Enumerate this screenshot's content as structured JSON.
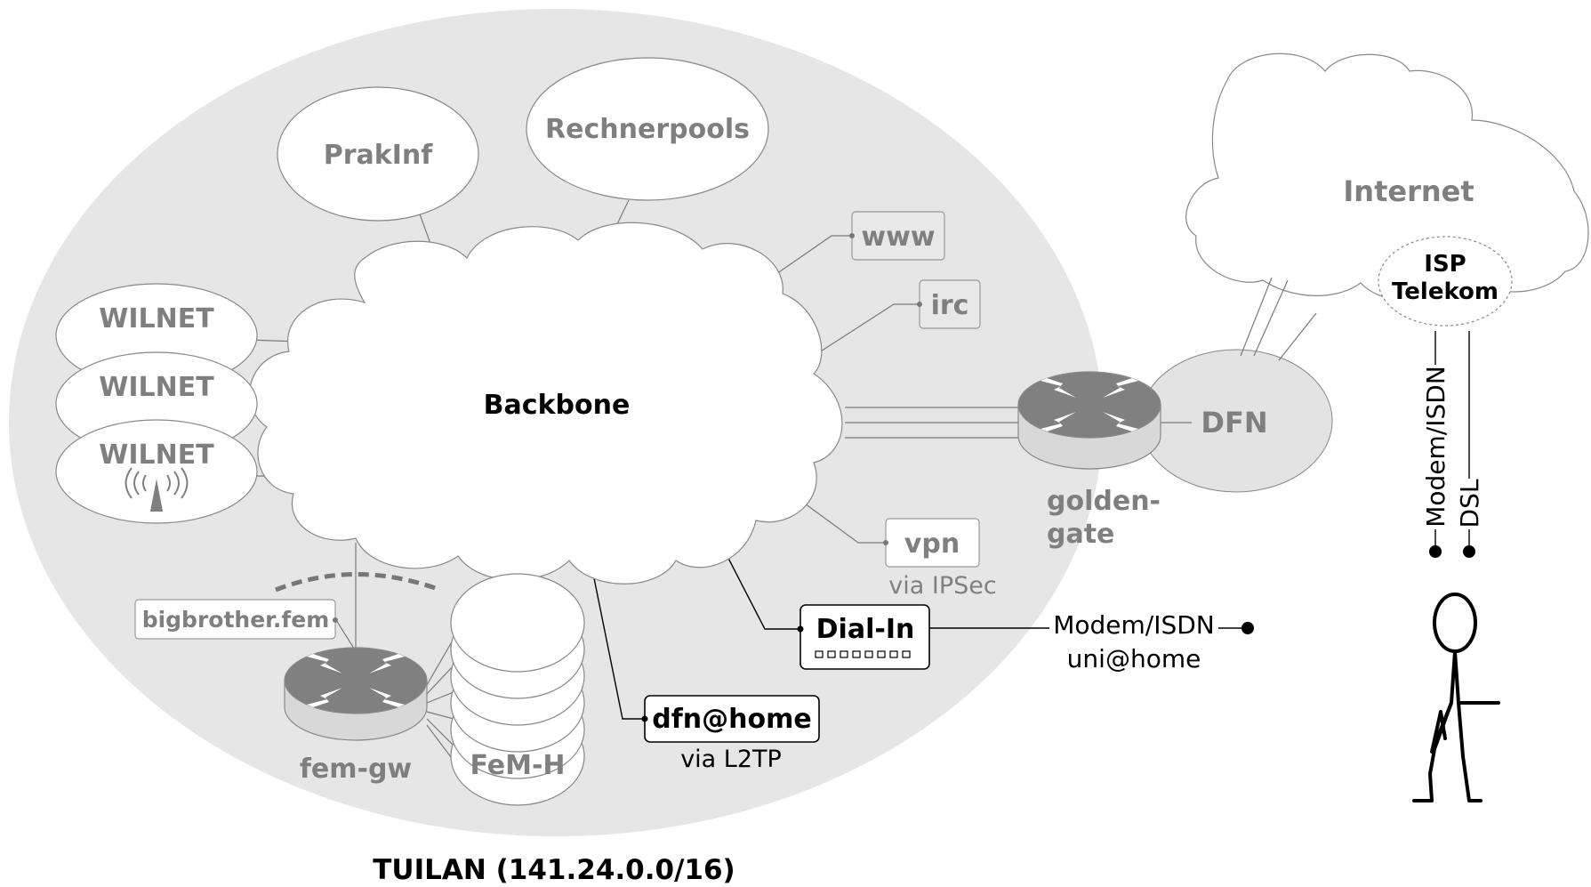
{
  "title": "TUILAN (141.24.0.0/16)",
  "nodes": {
    "backbone": "Backbone",
    "prakinf": "PrakInf",
    "rechnerpools": "Rechnerpools",
    "wilnet": [
      "WILNET",
      "WILNET",
      "WILNET"
    ],
    "www": "www",
    "irc": "irc",
    "vpn": "vpn",
    "vpn_note": "via IPSec",
    "dialin": "Dial-In",
    "dialin_modem": "Modem/ISDN",
    "dialin_note": "uni@home",
    "dfnhome": "dfn@home",
    "dfnhome_note": "via L2TP",
    "bigbrother": "bigbrother.fem",
    "femgw": "fem-gw",
    "femh": "FeM-H",
    "goldengate_1": "golden-",
    "goldengate_2": "gate",
    "dfn": "DFN",
    "internet": "Internet",
    "isp_1": "ISP",
    "isp_2": "Telekom",
    "modem_isdn": "Modem/ISDN",
    "dsl": "DSL"
  },
  "colors": {
    "lan_fill": "#e6e6e6",
    "router_fill": "#808080",
    "text_gray": "#7f7f7f"
  }
}
